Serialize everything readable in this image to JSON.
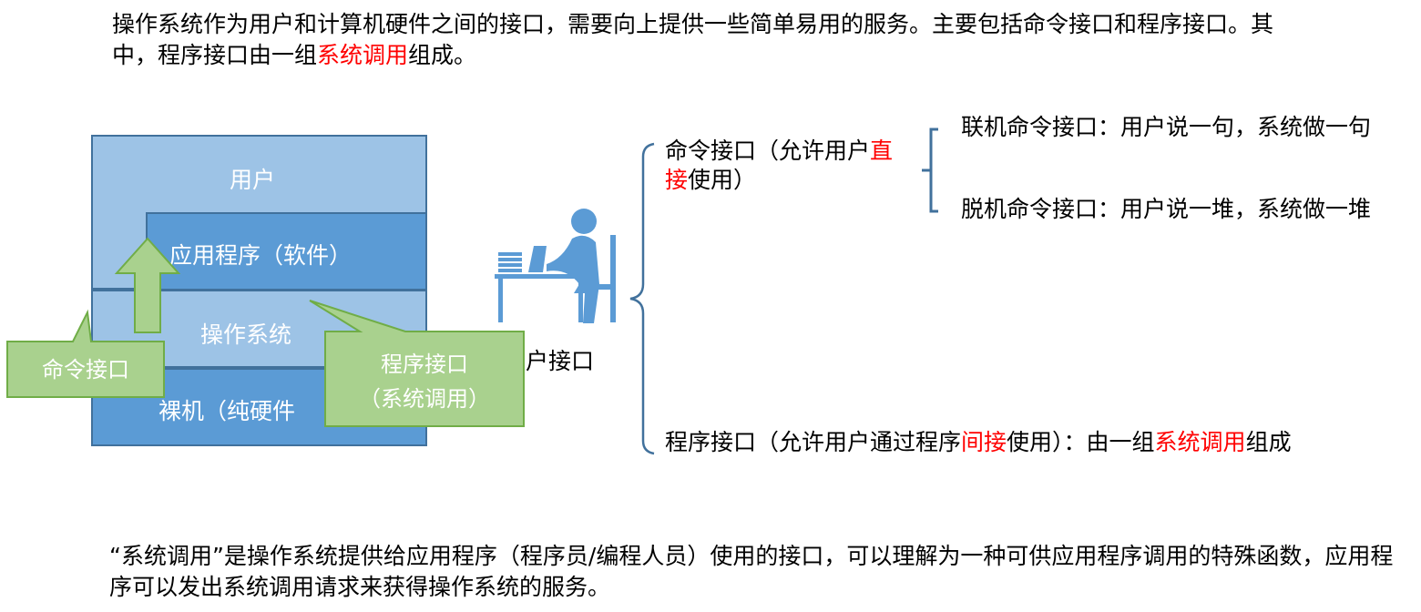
{
  "top_text": {
    "part1": "操作系统作为用户和计算机硬件之间的接口，需要向上提供一些简单易用的服务。主要包括命令接口和程序接口。其中，程序接口由一组",
    "highlight": "系统调用",
    "part2": "组成。"
  },
  "layers": {
    "user": "用户",
    "app": "应用程序（软件）",
    "os": "操作系统",
    "hardware": "裸机（纯硬件"
  },
  "callouts": {
    "command": "命令接口",
    "program_line1": "程序接口",
    "program_line2": "（系统调用）"
  },
  "user_interface_label": "户接口",
  "command_interface": {
    "part1": "命令接口（允许用户",
    "highlight": "直接",
    "part2": "使用）",
    "online": "联机命令接口：用户说一句，系统做一句",
    "offline": "脱机命令接口：用户说一堆，系统做一堆"
  },
  "program_interface": {
    "part1": "程序接口（允许用户通过程序",
    "highlight1": "间接",
    "part2": "使用）：由一组",
    "highlight2": "系统调用",
    "part3": "组成"
  },
  "bottom_text": "“系统调用”是操作系统提供给应用程序（程序员/编程人员）使用的接口，可以理解为一种可供应用程序调用的特殊函数，应用程序可以发出系统调用请求来获得操作系统的服务。",
  "colors": {
    "light_blue": "#9dc3e6",
    "mid_blue": "#5b9bd5",
    "border_blue": "#41719c",
    "callout_green": "#a9d18e",
    "callout_border": "#70ad47",
    "icon_blue": "#5b9bd5",
    "highlight_red": "#ff0000"
  },
  "icons": [
    "person-at-laptop-icon",
    "up-arrow-icon"
  ]
}
